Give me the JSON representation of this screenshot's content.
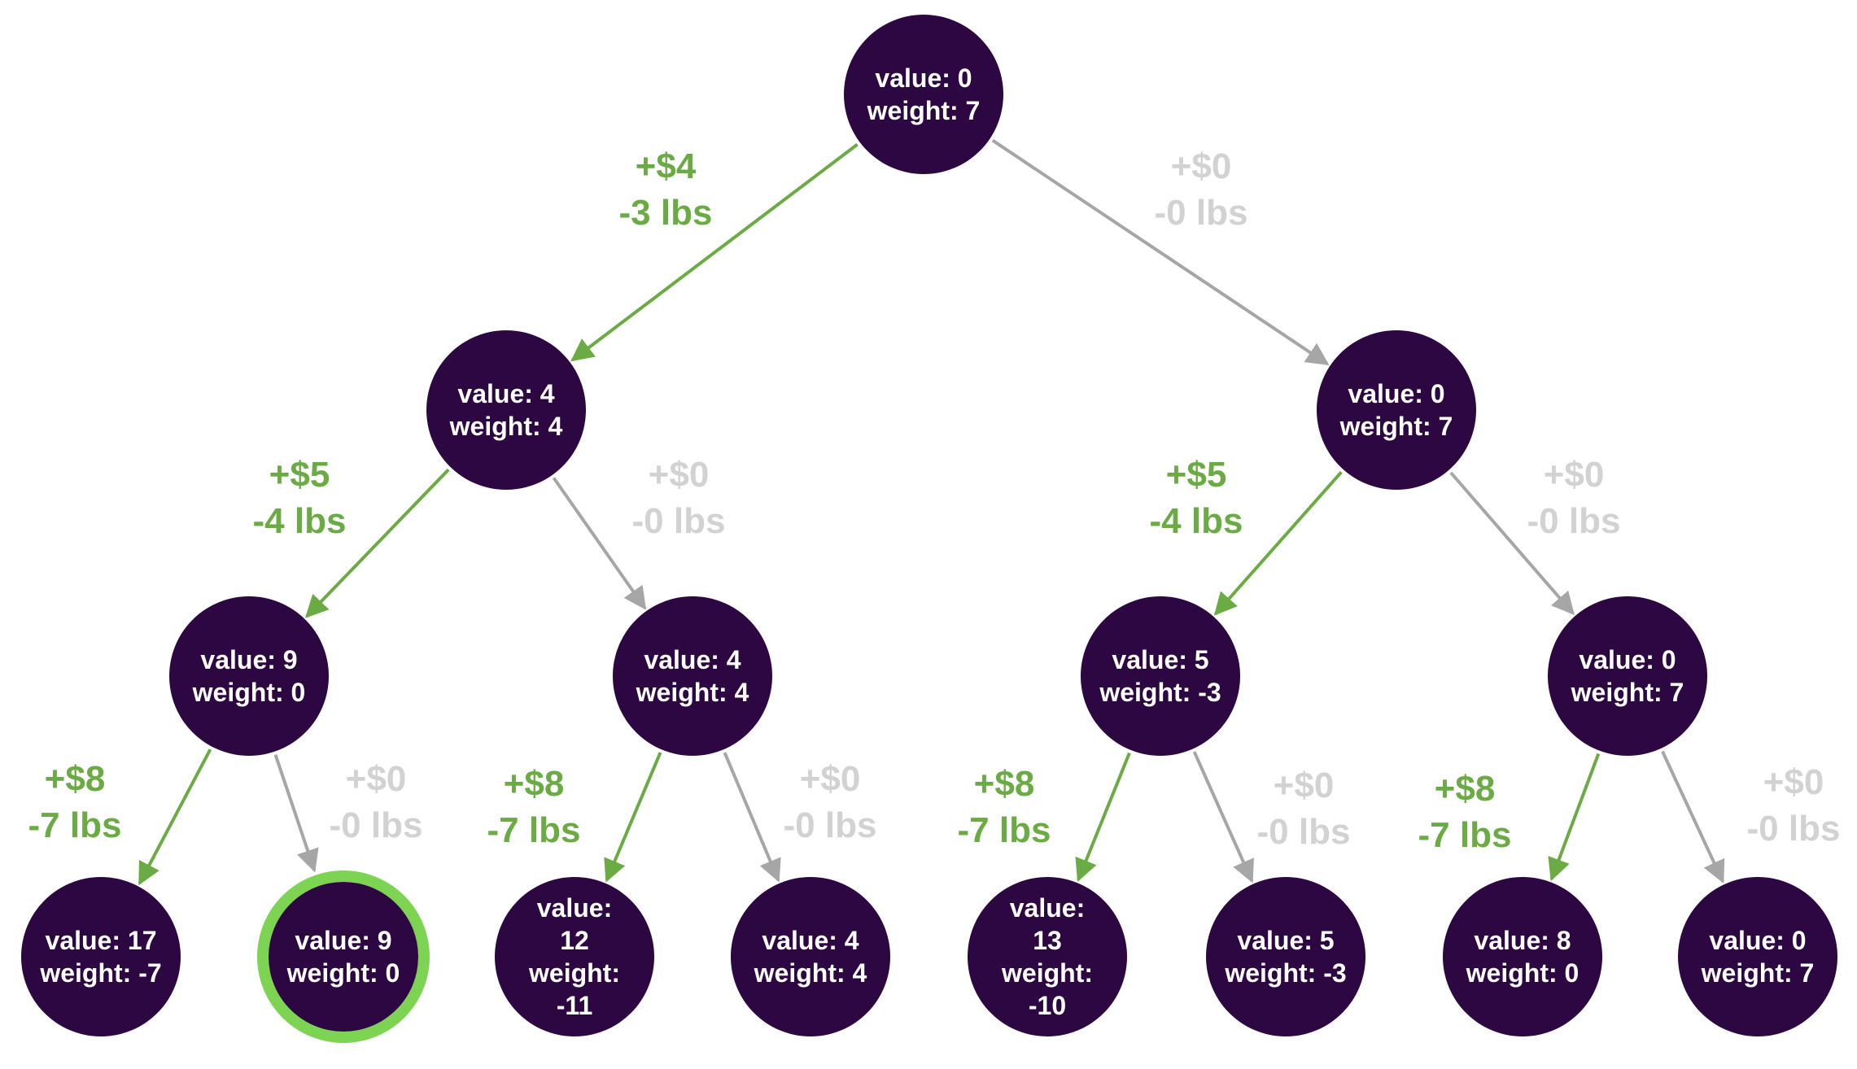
{
  "colors": {
    "node_fill": "#2d0742",
    "node_text": "#ffffff",
    "taken_edge": "#6aab44",
    "skipped_edge": "#a6a6a6",
    "skipped_label": "#d2d2d2",
    "highlight_ring": "#7dd352"
  },
  "nodes": [
    {
      "id": "root",
      "lines": [
        "value: 0",
        "weight: 7"
      ]
    },
    {
      "id": "l1-take",
      "lines": [
        "value: 4",
        "weight: 4"
      ]
    },
    {
      "id": "l1-skip",
      "lines": [
        "value: 0",
        "weight: 7"
      ]
    },
    {
      "id": "l2-a",
      "lines": [
        "value: 9",
        "weight: 0"
      ]
    },
    {
      "id": "l2-b",
      "lines": [
        "value: 4",
        "weight: 4"
      ]
    },
    {
      "id": "l2-c",
      "lines": [
        "value: 5",
        "weight: -3"
      ]
    },
    {
      "id": "l2-d",
      "lines": [
        "value: 0",
        "weight: 7"
      ]
    },
    {
      "id": "leaf-1",
      "lines": [
        "value: 17",
        "weight: -7"
      ]
    },
    {
      "id": "leaf-2",
      "lines": [
        "value: 9",
        "weight: 0"
      ],
      "highlighted": true
    },
    {
      "id": "leaf-3",
      "lines": [
        "value:",
        "12",
        "weight:",
        "-11"
      ]
    },
    {
      "id": "leaf-4",
      "lines": [
        "value: 4",
        "weight: 4"
      ]
    },
    {
      "id": "leaf-5",
      "lines": [
        "value:",
        "13",
        "weight:",
        "-10"
      ]
    },
    {
      "id": "leaf-6",
      "lines": [
        "value: 5",
        "weight: -3"
      ]
    },
    {
      "id": "leaf-7",
      "lines": [
        "value: 8",
        "weight: 0"
      ]
    },
    {
      "id": "leaf-8",
      "lines": [
        "value: 0",
        "weight: 7"
      ]
    }
  ],
  "edges": [
    {
      "from": "root",
      "to": "l1-take",
      "taken": true,
      "label": [
        "+$4",
        "-3 lbs"
      ]
    },
    {
      "from": "root",
      "to": "l1-skip",
      "taken": false,
      "label": [
        "+$0",
        "-0 lbs"
      ]
    },
    {
      "from": "l1-take",
      "to": "l2-a",
      "taken": true,
      "label": [
        "+$5",
        "-4 lbs"
      ]
    },
    {
      "from": "l1-take",
      "to": "l2-b",
      "taken": false,
      "label": [
        "+$0",
        "-0 lbs"
      ]
    },
    {
      "from": "l1-skip",
      "to": "l2-c",
      "taken": true,
      "label": [
        "+$5",
        "-4 lbs"
      ]
    },
    {
      "from": "l1-skip",
      "to": "l2-d",
      "taken": false,
      "label": [
        "+$0",
        "-0 lbs"
      ]
    },
    {
      "from": "l2-a",
      "to": "leaf-1",
      "taken": true,
      "label": [
        "+$8",
        "-7 lbs"
      ]
    },
    {
      "from": "l2-a",
      "to": "leaf-2",
      "taken": false,
      "label": [
        "+$0",
        "-0 lbs"
      ]
    },
    {
      "from": "l2-b",
      "to": "leaf-3",
      "taken": true,
      "label": [
        "+$8",
        "-7 lbs"
      ]
    },
    {
      "from": "l2-b",
      "to": "leaf-4",
      "taken": false,
      "label": [
        "+$0",
        "-0 lbs"
      ]
    },
    {
      "from": "l2-c",
      "to": "leaf-5",
      "taken": true,
      "label": [
        "+$8",
        "-7 lbs"
      ]
    },
    {
      "from": "l2-c",
      "to": "leaf-6",
      "taken": false,
      "label": [
        "+$0",
        "-0 lbs"
      ]
    },
    {
      "from": "l2-d",
      "to": "leaf-7",
      "taken": true,
      "label": [
        "+$8",
        "-7 lbs"
      ]
    },
    {
      "from": "l2-d",
      "to": "leaf-8",
      "taken": false,
      "label": [
        "+$0",
        "-0 lbs"
      ]
    }
  ]
}
